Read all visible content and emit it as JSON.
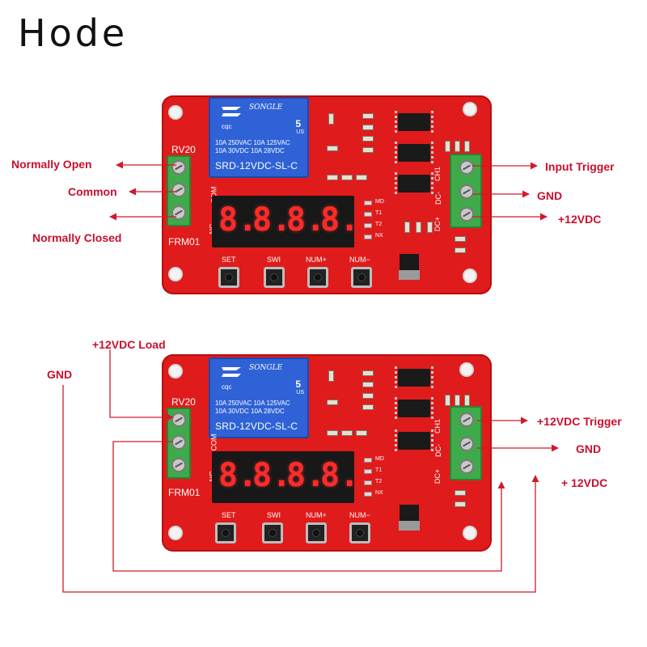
{
  "brand": {
    "logo_text": "Hode"
  },
  "board": {
    "relay_brand": "SONGLE",
    "relay_number": "5",
    "relay_us": "US",
    "relay_cert": "cqc",
    "relay_spec_1": "10A 250VAC  10A 125VAC",
    "relay_spec_2": "10A  30VDC  10A  28VDC",
    "relay_model": "SRD-12VDC-SL-C",
    "silk_rv": "RV20",
    "silk_frm": "FRM01",
    "silk_nc": "NC",
    "silk_com": "COM",
    "silk_ch1": "CH1",
    "silk_dc_minus": "DC-",
    "silk_dc_plus": "DC+",
    "led_labels": [
      "MD",
      "T1",
      "T2",
      "NX"
    ],
    "buttons": [
      "SET",
      "SWI",
      "NUM+",
      "NUM−"
    ],
    "display_digits": [
      "8.",
      "8.",
      "8.",
      "8."
    ]
  },
  "diagram1": {
    "labels": {
      "normally_open": "Normally Open",
      "common": "Common",
      "normally_closed": "Normally Closed",
      "input_trigger": "Input Trigger",
      "gnd": "GND",
      "power": "+12VDC"
    }
  },
  "diagram2": {
    "labels": {
      "load": "+12VDC Load",
      "gnd_left": "GND",
      "trigger": "+12VDC Trigger",
      "gnd_right": "GND",
      "power": "+ 12VDC"
    }
  },
  "colors": {
    "board": "#e01b1b",
    "relay": "#2f62d6",
    "terminal": "#3faa4a",
    "label": "#c8102e"
  }
}
